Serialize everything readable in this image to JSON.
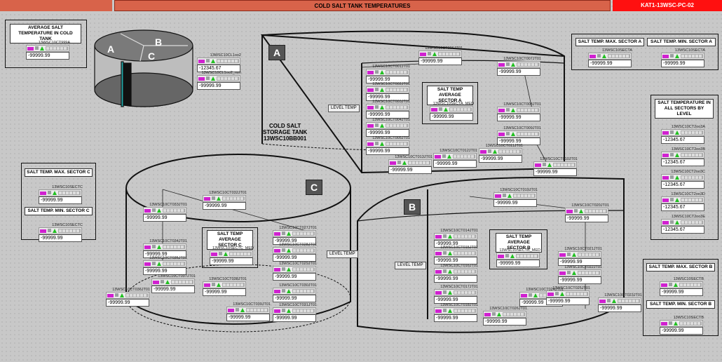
{
  "header": {
    "left": "",
    "title": "COLD SALT TANK TEMPERATURES",
    "right": "KAT1-13WSC-PC-02"
  },
  "tank_label": {
    "line1": "COLD SALT",
    "line2": "STORAGE TANK",
    "line3": "13WSC10BB001"
  },
  "level_temp": "LEVEL TEMP",
  "sectors": {
    "a": "A",
    "b": "B",
    "c": "C"
  },
  "icon_tank": {
    "a": "A",
    "b": "B",
    "c": "C"
  },
  "boxes": {
    "avg_cold": "AVERAGE SALT TEMPERATURE IN COLD TANK",
    "max_a": "SALT TEMP. MAX. SECTOR A",
    "min_a": "SALT TEMP. MIN. SECTOR A",
    "all_levels": "SALT TEMPERATURE IN ALL SECTORS BY LEVEL",
    "max_c": "SALT TEMP. MAX. SECTOR C",
    "min_c": "SALT TEMP. MIN. SECTOR C",
    "max_b": "SALT TEMP. MAX. SECTOR B",
    "min_b": "SALT TEMP. MIN. SECTOR B",
    "avg_a": "SALT TEMP AVERAGE SECTOR A",
    "avg_b": "SALT TEMP AVERAGE SECTOR B",
    "avg_c": "SALT TEMP AVERAGE SECTOR C"
  },
  "tags": {
    "avg_cold": {
      "tag": "13WSC10CT999A",
      "value": "-99999.99"
    },
    "lvl1": {
      "tag": "13WSC10CL1oo2",
      "value": "-12345.67"
    },
    "lvl2": {
      "tag": "13WSC10CL1oo2_mm",
      "value": "-99999.99"
    },
    "max_a": {
      "tag": "13WSC10SECTA",
      "value": "-99999.99"
    },
    "min_a": {
      "tag": "13WSC10SECTA",
      "value": "-99999.99"
    },
    "lv_a": {
      "tag": "13WSC10CT2oo3A",
      "value": "-12345.67"
    },
    "lv_b": {
      "tag": "13WSC10CT2oo3B",
      "value": "-12345.67"
    },
    "lv_c": {
      "tag": "13WSC10CT2oo3C",
      "value": "-12345.67"
    },
    "lv_d": {
      "tag": "13WSC10CT2oo3D",
      "value": "-12345.67"
    },
    "lv_e": {
      "tag": "13WSC10CT2oo3E",
      "value": "-12345.67"
    },
    "max_c": {
      "tag": "13WSC10SECTC",
      "value": "-99999.99"
    },
    "min_c": {
      "tag": "13WSC10SECTC",
      "value": "-99999.99"
    },
    "max_b": {
      "tag": "13WSC10SECTB",
      "value": "-99999.99"
    },
    "min_b": {
      "tag": "13WSC10SECTB",
      "value": "-99999.99"
    },
    "avg_a": {
      "tag": "13WSC10SECTA_MED",
      "value": "-99999.99"
    },
    "avg_b": {
      "tag": "13WSC10SECTB_MED",
      "value": "-99999.99"
    },
    "avg_c": {
      "tag": "13WSC10SECTC_MED",
      "value": "-99999.99"
    },
    "a06": {
      "tag": "13WSC10CT006JT01",
      "value": "-99999.99"
    },
    "a01": {
      "tag": "13WSC10CT001JT01",
      "value": "-99999.99"
    },
    "a02": {
      "tag": "13WSC10CT002JT01",
      "value": "-99999.99"
    },
    "a03": {
      "tag": "13WSC10CT003JT01",
      "value": "-99999.99"
    },
    "a04": {
      "tag": "13WSC10CT004JT01",
      "value": "-99999.99"
    },
    "a05": {
      "tag": "13WSC10CT005JT01",
      "value": "-99999.99"
    },
    "a07": {
      "tag": "13WSC10CT007JT01",
      "value": "-99999.99"
    },
    "a08": {
      "tag": "13WSC10CT008JT01",
      "value": "-99999.99"
    },
    "a09": {
      "tag": "13WSC10CT009JT01",
      "value": "-99999.99"
    },
    "a13": {
      "tag": "13WSC10CT013JT01",
      "value": "-99999.99"
    },
    "a12": {
      "tag": "13WSC10CT012JT01",
      "value": "-99999.99"
    },
    "a11": {
      "tag": "13WSC10CT011JT01",
      "value": "-99999.99"
    },
    "a10": {
      "tag": "13WSC10CT010JT01",
      "value": "-99999.99"
    },
    "c32": {
      "tag": "13WSC10CT032JT01",
      "value": "-99999.99"
    },
    "c33": {
      "tag": "13WSC10CT033JT01",
      "value": "-99999.99"
    },
    "c34": {
      "tag": "13WSC10CT034JT01",
      "value": "-99999.99"
    },
    "c35": {
      "tag": "13WSC10CT035JT01",
      "value": "-99999.99"
    },
    "c37": {
      "tag": "13WSC10CT037JT01",
      "value": "-99999.99"
    },
    "c36": {
      "tag": "13WSC10CT036JT01",
      "value": "-99999.99"
    },
    "c38": {
      "tag": "13WSC10CT038JT01",
      "value": "-99999.99"
    },
    "c39": {
      "tag": "13WSC10CT039JT01",
      "value": "-99999.99"
    },
    "c27": {
      "tag": "13WSC10CT027JT01",
      "value": "-99999.99"
    },
    "c28": {
      "tag": "13WSC10CT028JT01",
      "value": "-99999.99"
    },
    "c29": {
      "tag": "13WSC10CT029JT01",
      "value": "-99999.99"
    },
    "c30": {
      "tag": "13WSC10CT030JT01",
      "value": "-99999.99"
    },
    "c31": {
      "tag": "13WSC10CT031JT01",
      "value": "-99999.99"
    },
    "b19": {
      "tag": "13WSC10CT019JT01",
      "value": "-99999.99"
    },
    "b20": {
      "tag": "13WSC10CT020JT01",
      "value": "-99999.99"
    },
    "b14": {
      "tag": "13WSC10CT014JT01",
      "value": "-99999.99"
    },
    "b15": {
      "tag": "13WSC10CT015JT01",
      "value": "-99999.99"
    },
    "b16": {
      "tag": "13WSC10CT016JT01",
      "value": "-99999.99"
    },
    "b17": {
      "tag": "13WSC10CT017JT01",
      "value": "-99999.99"
    },
    "b18": {
      "tag": "13WSC10CT018JT01",
      "value": "-99999.99"
    },
    "b21": {
      "tag": "13WSC10CT021JT01",
      "value": "-99999.99"
    },
    "b22": {
      "tag": "13WSC10CT022JT01",
      "value": "-99999.99"
    },
    "b24": {
      "tag": "13WSC10CT024JT01",
      "value": "-99999.99"
    },
    "b25": {
      "tag": "13WSC10CT025JT01",
      "value": "-99999.99"
    },
    "b26": {
      "tag": "13WSC10CT026JT01",
      "value": "-99999.99"
    },
    "b23": {
      "tag": "13WSC10CT023JT01",
      "value": "-99999.99"
    }
  }
}
